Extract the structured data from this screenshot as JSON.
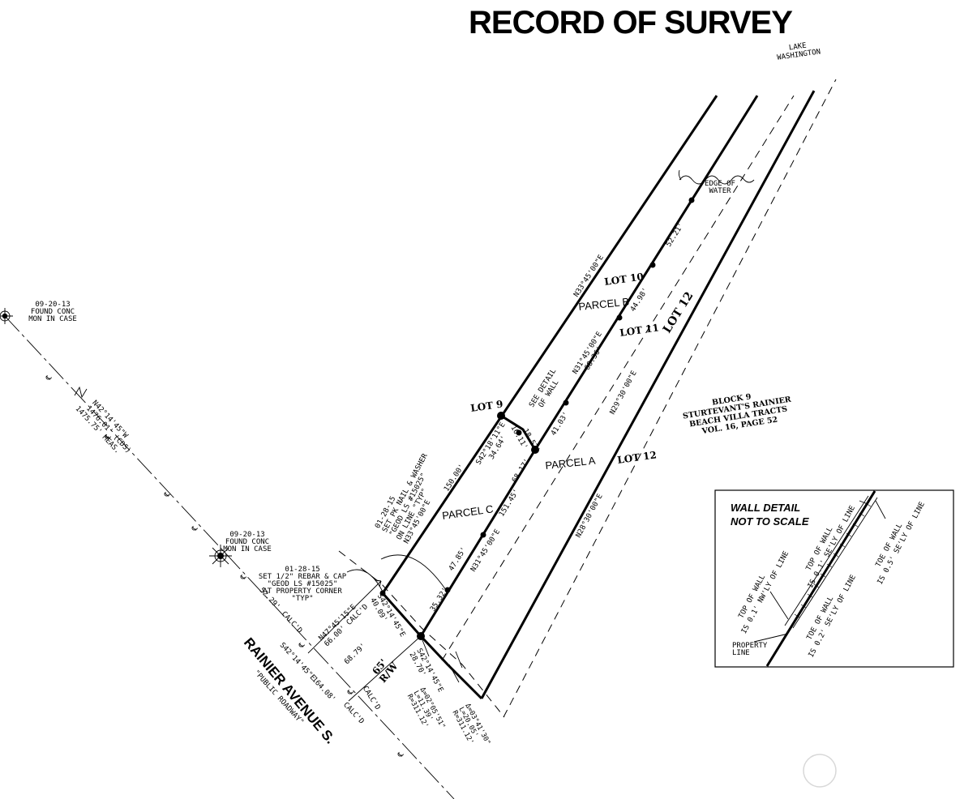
{
  "title": "RECORD OF SURVEY",
  "lake": {
    "line1": "LAKE",
    "line2": "WASHINGTON"
  },
  "edge_of_water": {
    "line1": "EDGE OF",
    "line2": "WATER"
  },
  "monuments": {
    "upper": {
      "date": "09-20-13",
      "line1": "FOUND CONC",
      "line2": "MON IN CASE"
    },
    "lower": {
      "date": "09-20-13",
      "line1": "FOUND CONC",
      "line2": "MON IN CASE"
    }
  },
  "centerline": {
    "bearing": "N42°14'45\"W",
    "dist_cds": "1476.01' (CDS)",
    "dist_meas": "1475.75' MEAS.",
    "seg1": "52.29'",
    "seg1_note": "CALC'D",
    "bearing2": "S42°14'45\"E",
    "seg2": "164.08'",
    "seg2_note": "CALC'D",
    "seg3_note": "CALC'D"
  },
  "rebar_note": {
    "date": "01-28-15",
    "line1": "SET 1/2\" REBAR & CAP",
    "line2": "\"GEOD LS #15025\"",
    "line3": "AT PROPERTY CORNER",
    "line4": "\"TYP\""
  },
  "pk_note": {
    "date": "01-28-15",
    "line1": "SET PK NAIL & WASHER",
    "line2": "\"GEOD LS #15025\"",
    "line3": "ON LINE \"TYP\""
  },
  "road": {
    "name": "RAINIER AVENUE S.",
    "type": "\"PUBLIC ROADWAY\"",
    "row": "65'",
    "row_label": "R/W"
  },
  "dims": {
    "n47_bearing": "N47°45'15\"E",
    "n47_dist": "66.00' CALC'D",
    "d68_79": "68.79'",
    "s42_a": "S42°14'45\"E",
    "d40_09": "40.09'",
    "s42_b": "S42°14'45\"E",
    "d28_70": "28.70'",
    "curve1": {
      "delta": "Δ=02°05'51\"",
      "length": "L=11.39'",
      "radius": "R=311.12'"
    },
    "curve2": {
      "delta": "Δ=03°41'30\"",
      "length": "L=20.05'",
      "radius": "R=311.12'"
    },
    "n33": "N33°45'00\"E",
    "d150": "150.00'",
    "d35_32": "35.32'",
    "d47_85": "47.85'",
    "n31_a": "N31°45'00\"E",
    "d151_45": "151.45'",
    "d68_17": "68.17'",
    "s42_18": "S42°18'11\"E",
    "d34_64": "34.64'",
    "d16_11": "16.11'",
    "d18_52": "18.52'",
    "d41_03": "41.03'",
    "n31_b": "N31°45'00\"E",
    "d68_36": "68.36'",
    "d44_98": "44.98'",
    "d52_21": "52.21'",
    "n29": "N29°30'00\"E",
    "n28": "N28°30'00\"E",
    "see_detail": {
      "line1": "SEE DETAIL",
      "line2": "OF WALL"
    }
  },
  "lots": {
    "lot9": "LOT 9",
    "lot10": "LOT 10",
    "lot11": "LOT 11",
    "lot12_big": "LOT 12",
    "lot12_small": "LOT 12"
  },
  "parcels": {
    "a": "PARCEL A",
    "b": "PARCEL B",
    "c": "PARCEL C"
  },
  "block_note": {
    "line1": "BLOCK 9",
    "line2": "STURTEVANT'S RAINIER",
    "line3": "BEACH VILLA TRACTS",
    "line4": "VOL. 16, PAGE 52"
  },
  "wall_detail": {
    "title1": "WALL DETAIL",
    "title2": "NOT TO SCALE",
    "top_nw_1": "TOP OF WALL",
    "top_nw_2": "IS 0.1' NW'LY OF LINE",
    "top_se_1": "TOP OF WALL",
    "top_se_2": "IS 0.1' SE'LY OF LINE",
    "toe_se2_1": "TOE OF WALL",
    "toe_se2_2": "IS 0.2' SE'LY OF LINE",
    "toe_se5_1": "TOE OF WALL",
    "toe_se5_2": "IS 0.5' SE'LY OF LINE",
    "prop_1": "PROPERTY",
    "prop_2": "LINE"
  }
}
